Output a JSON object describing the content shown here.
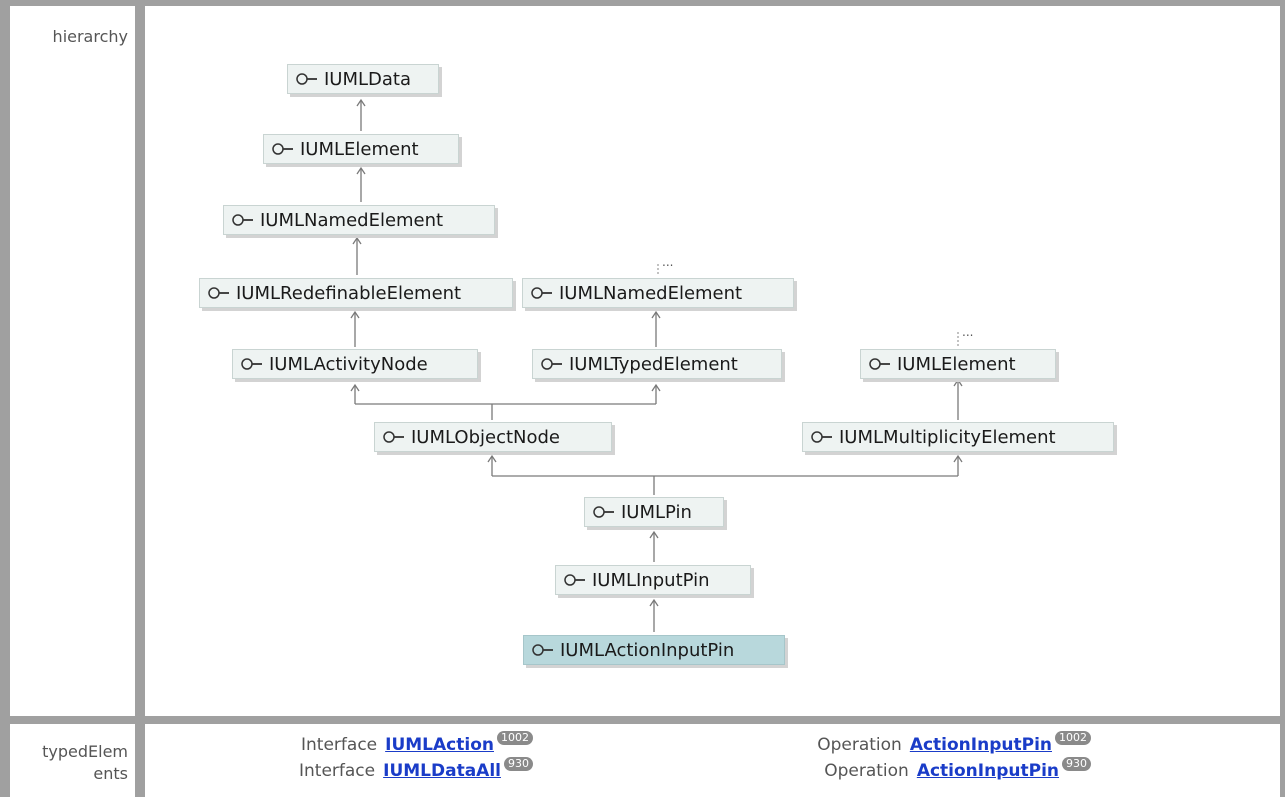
{
  "sections": {
    "hierarchy_label": "hierarchy",
    "typed_label_line1": "typedElem",
    "typed_label_line2": "ents"
  },
  "hierarchy": {
    "nodes": {
      "n_data": "IUMLData",
      "n_element": "IUMLElement",
      "n_named": "IUMLNamedElement",
      "n_redef": "IUMLRedefinableElement",
      "n_named2": "IUMLNamedElement",
      "n_activity": "IUMLActivityNode",
      "n_typed": "IUMLTypedElement",
      "n_element2": "IUMLElement",
      "n_object": "IUMLObjectNode",
      "n_mult": "IUMLMultiplicityElement",
      "n_pin": "IUMLPin",
      "n_input": "IUMLInputPin",
      "n_action": "IUMLActionInputPin"
    },
    "selected": "n_action",
    "ellipsis": "..."
  },
  "typed_elements": [
    {
      "kind": "Interface",
      "name": "IUMLAction",
      "count": "1002"
    },
    {
      "kind": "Interface",
      "name": "IUMLDataAll",
      "count": "930"
    },
    {
      "kind": "Operation",
      "name": "ActionInputPin",
      "count": "1002"
    },
    {
      "kind": "Operation",
      "name": "ActionInputPin",
      "count": "930"
    }
  ],
  "colors": {
    "node_fill": "#eef3f2",
    "selected_fill": "#b8d8dc",
    "link": "#1a3cc8",
    "frame": "#a0a0a0"
  }
}
